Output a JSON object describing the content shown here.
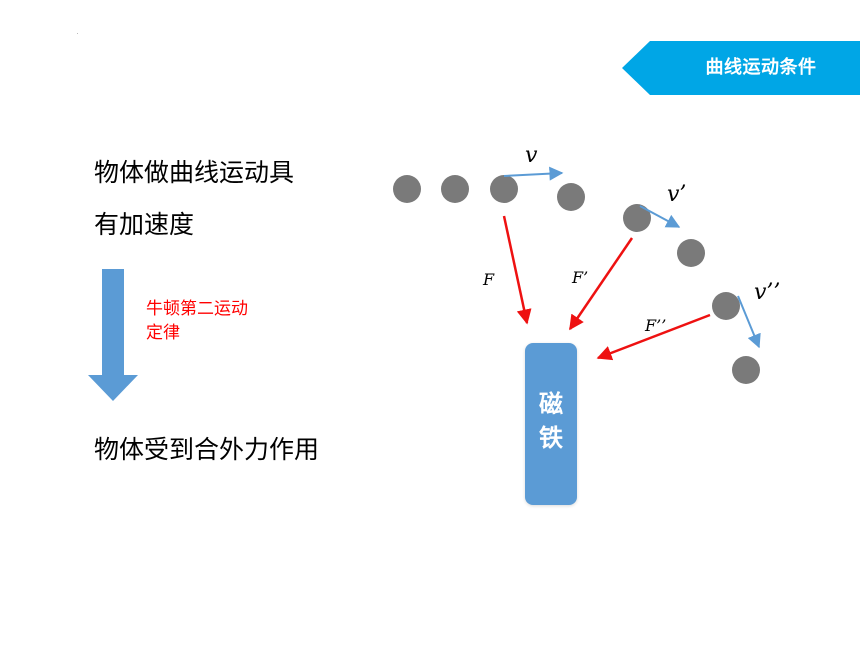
{
  "header": {
    "title": "曲线运动条件"
  },
  "lines": {
    "line1": "物体做曲线运动具",
    "line2": "有加速度",
    "line3": "物体受到合外力作用"
  },
  "law": {
    "line1": "牛顿第二运动",
    "line2": "定律"
  },
  "magnet": {
    "char1": "磁",
    "char2": "铁"
  },
  "labels": {
    "v": "v",
    "v1": "v’",
    "v2": "v’’",
    "F": "F",
    "F1": "F’",
    "F2": "F’’"
  },
  "colors": {
    "accent": "#00a6e6",
    "arrow_blue": "#5b9bd5",
    "force_red": "#ee1111",
    "ball_gray": "#7a7a7a"
  }
}
